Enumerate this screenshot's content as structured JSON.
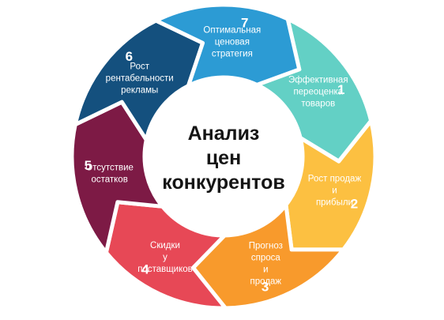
{
  "center": {
    "lines": [
      "Анализ",
      "цен",
      "конкурентов"
    ]
  },
  "segments": [
    {
      "number": "1",
      "lines": [
        "Эффективная",
        "переоценка",
        "товаров"
      ],
      "color": "#63D0C5"
    },
    {
      "number": "2",
      "lines": [
        "Рост продаж",
        "и",
        "прибыли"
      ],
      "color": "#FCC041"
    },
    {
      "number": "3",
      "lines": [
        "Прогноз",
        "спроса",
        "и",
        "продаж"
      ],
      "color": "#F89A2C"
    },
    {
      "number": "4",
      "lines": [
        "Скидки",
        "у",
        "поставщиков"
      ],
      "color": "#E74856"
    },
    {
      "number": "5",
      "lines": [
        "Отсутствие",
        "остатков"
      ],
      "color": "#7D1A45"
    },
    {
      "number": "6",
      "lines": [
        "Рост",
        "рентабельности",
        "рекламы"
      ],
      "color": "#14507E"
    },
    {
      "number": "7",
      "lines": [
        "Оптимальная",
        "ценовая",
        "стратегия"
      ],
      "color": "#2C9BD4"
    }
  ]
}
